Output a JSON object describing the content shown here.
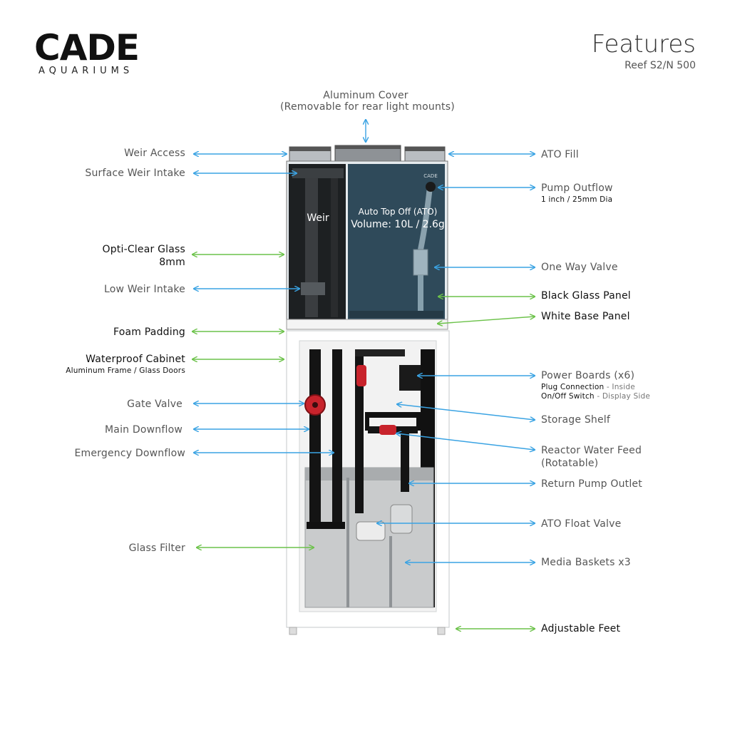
{
  "brand": {
    "name": "CADE",
    "sub": "AQUARIUMS"
  },
  "header": {
    "title": "Features",
    "subtitle": "Reef S2/N 500"
  },
  "tank_labels": {
    "weir": "Weir",
    "ato_title": "Auto Top Off (ATO)",
    "ato_volume": "Volume: 10L / 2.6g",
    "glass_logo": "CADE"
  },
  "labels": {
    "aluminum_cover": "Aluminum Cover",
    "aluminum_cover_note": "(Removable for rear light mounts)",
    "weir_access": "Weir Access",
    "surface_weir_intake": "Surface Weir Intake",
    "opti_clear_glass": "Opti-Clear Glass",
    "opti_clear_glass_note": "8mm",
    "low_weir_intake": "Low Weir Intake",
    "foam_padding": "Foam Padding",
    "waterproof_cabinet": "Waterproof Cabinet",
    "waterproof_cabinet_note": "Aluminum Frame / Glass Doors",
    "gate_valve": "Gate Valve",
    "main_downflow": "Main Downflow",
    "emergency_downflow": "Emergency Downflow",
    "glass_filter": "Glass Filter",
    "ato_fill": "ATO Fill",
    "pump_outflow": "Pump Outflow",
    "pump_outflow_note": "1 inch / 25mm Dia",
    "one_way_valve": "One Way Valve",
    "black_glass_panel": "Black Glass Panel",
    "white_base_panel": "White Base Panel",
    "power_boards": "Power Boards (x6)",
    "power_boards_note1a": "Plug Connection",
    "power_boards_note1b": " - Inside",
    "power_boards_note2a": "On/Off Switch",
    "power_boards_note2b": " - Display Side",
    "storage_shelf": "Storage Shelf",
    "reactor_water_feed": "Reactor Water Feed",
    "reactor_water_feed_note": "(Rotatable)",
    "return_pump_outlet": "Return Pump Outlet",
    "ato_float_valve": "ATO Float Valve",
    "media_baskets": "Media Baskets x3",
    "adjustable_feet": "Adjustable Feet"
  },
  "colors": {
    "blue_arrow": "#3aa3e3",
    "green_arrow": "#6cc24a",
    "tank_water": "#2f4a5a",
    "valve_red": "#c8232c"
  }
}
